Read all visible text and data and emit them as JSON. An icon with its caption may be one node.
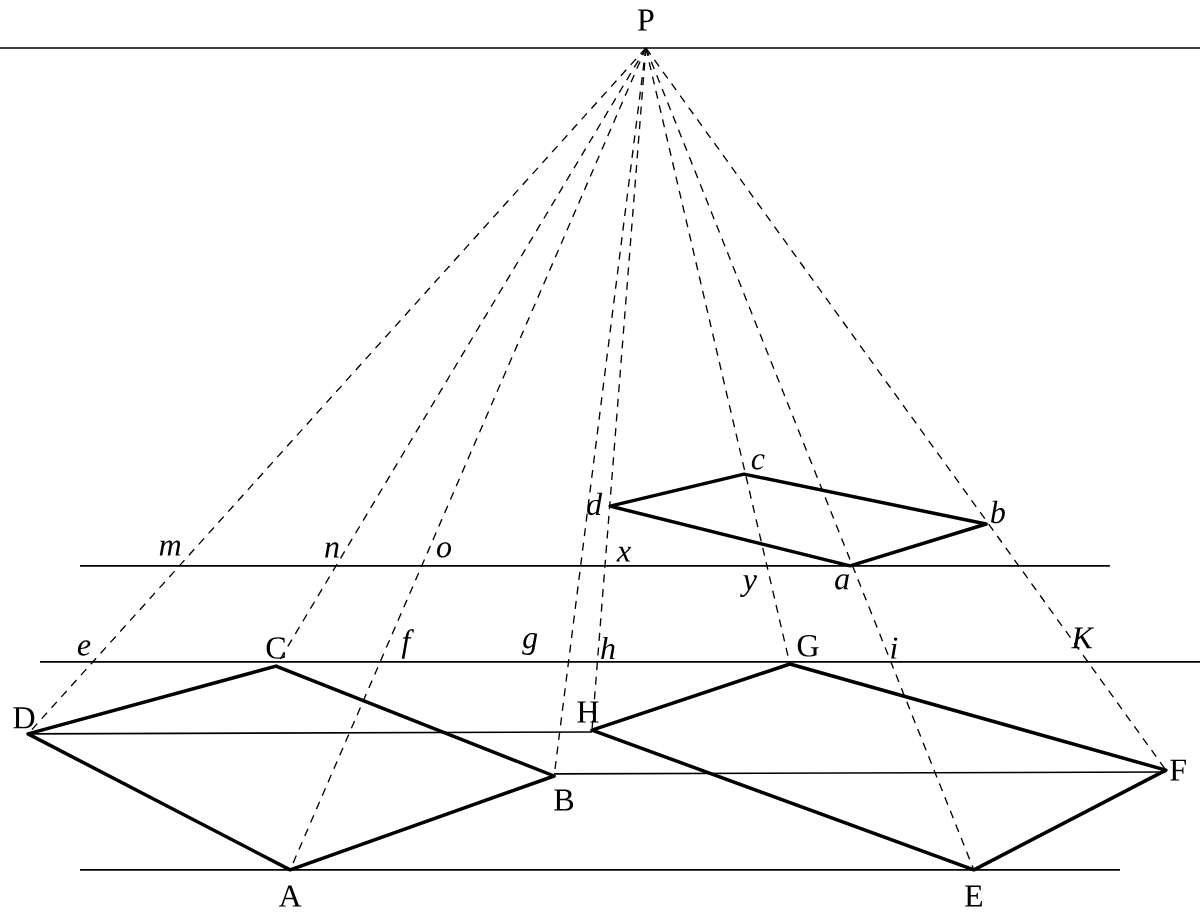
{
  "diagram": {
    "labels": [
      "P",
      "c",
      "d",
      "b",
      "m",
      "n",
      "o",
      "x",
      "y",
      "a",
      "e",
      "C",
      "f",
      "g",
      "h",
      "G",
      "i",
      "K",
      "D",
      "H",
      "F",
      "B",
      "A",
      "E"
    ]
  }
}
